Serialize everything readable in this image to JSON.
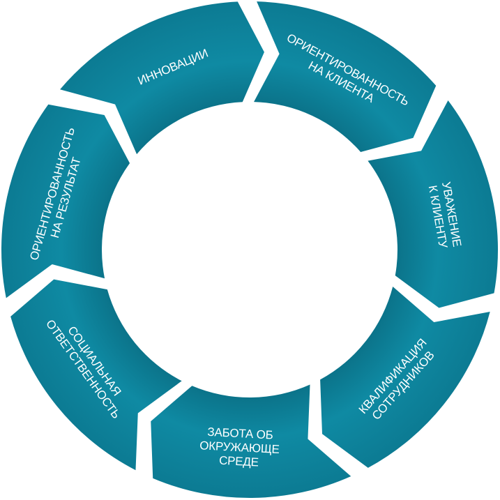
{
  "diagram": {
    "colors": {
      "segment_fill": "#0f8aa3",
      "segment_dark": "#0a6e84",
      "label": "#ffffff",
      "background": "#ffffff"
    },
    "segments": [
      {
        "id": "innovations",
        "lines": [
          "ИННОВАЦИИ"
        ]
      },
      {
        "id": "customer-orientation",
        "lines": [
          "ОРИЕНТИРОВАННОСТЬ",
          "НА КЛИЕНТА"
        ]
      },
      {
        "id": "respect-for-client",
        "lines": [
          "УВАЖЕНИЕ",
          "К КЛИЕНТУ"
        ]
      },
      {
        "id": "staff-qualification",
        "lines": [
          "КВАЛИФИКАЦИЯ",
          "СОТРУДНИКОВ"
        ]
      },
      {
        "id": "environmental-care",
        "lines": [
          "ЗАБОТА ОБ",
          "ОКРУЖАЮЩЕ",
          "СРЕДЕ"
        ]
      },
      {
        "id": "social-responsibility",
        "lines": [
          "СОЦИАЛЬНАЯ",
          "ОТВЕТСТВЕННОСТЬ"
        ]
      },
      {
        "id": "result-orientation",
        "lines": [
          "ОРИЕНТИРОВАННОСТЬ",
          "НА РЕЗУЛЬТАТ"
        ]
      }
    ]
  }
}
